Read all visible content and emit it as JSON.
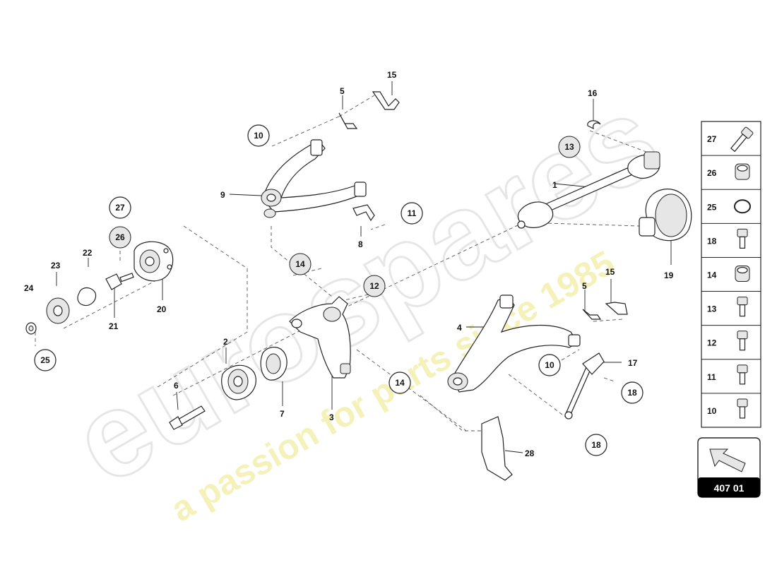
{
  "diagram": {
    "callouts": {
      "c1": "1",
      "c2": "2",
      "c3": "3",
      "c4": "4",
      "c5a": "5",
      "c5b": "5",
      "c6": "6",
      "c7": "7",
      "c8": "8",
      "c9": "9",
      "c10a": "10",
      "c10b": "10",
      "c11": "11",
      "c12": "12",
      "c13": "13",
      "c14a": "14",
      "c14b": "14",
      "c15a": "15",
      "c15b": "15",
      "c16": "16",
      "c17": "17",
      "c18a": "18",
      "c18b": "18",
      "c19": "19",
      "c20": "20",
      "c21": "21",
      "c22": "22",
      "c23": "23",
      "c24": "24",
      "c25": "25",
      "c26": "26",
      "c27": "27",
      "c28": "28"
    },
    "legend": [
      {
        "num": "27",
        "icon": "long-bolt-icon"
      },
      {
        "num": "26",
        "icon": "bushing-icon"
      },
      {
        "num": "25",
        "icon": "o-ring-icon"
      },
      {
        "num": "18",
        "icon": "flange-bolt-icon"
      },
      {
        "num": "14",
        "icon": "flange-nut-icon"
      },
      {
        "num": "13",
        "icon": "hex-bolt-icon"
      },
      {
        "num": "12",
        "icon": "short-bolt-icon"
      },
      {
        "num": "11",
        "icon": "washer-bolt-icon"
      },
      {
        "num": "10",
        "icon": "collar-bolt-icon"
      }
    ],
    "reference": "407 01",
    "watermark": {
      "brand": "eurospares",
      "tagline": "a passion for parts since 1985"
    }
  }
}
